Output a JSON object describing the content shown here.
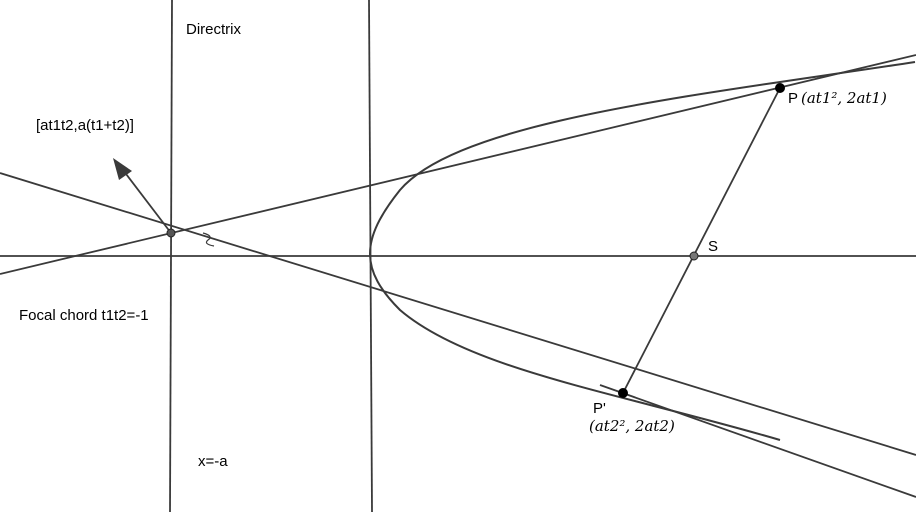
{
  "labels": {
    "directrix": "Directrix",
    "intersection_point": "[at1t2,a(t1+t2)]",
    "focal_chord": "Focal chord t1t2=-1",
    "x_eq": "x=-a",
    "focus": "S",
    "point_p_name": "P",
    "point_p_coords": "(at1², 2at1)",
    "point_p2_name": "P'",
    "point_p2_coords": "(at2², 2at2)"
  },
  "colors": {
    "line": "#3a3a3a",
    "point_fill": "#000000",
    "small_point_fill": "#555555"
  }
}
